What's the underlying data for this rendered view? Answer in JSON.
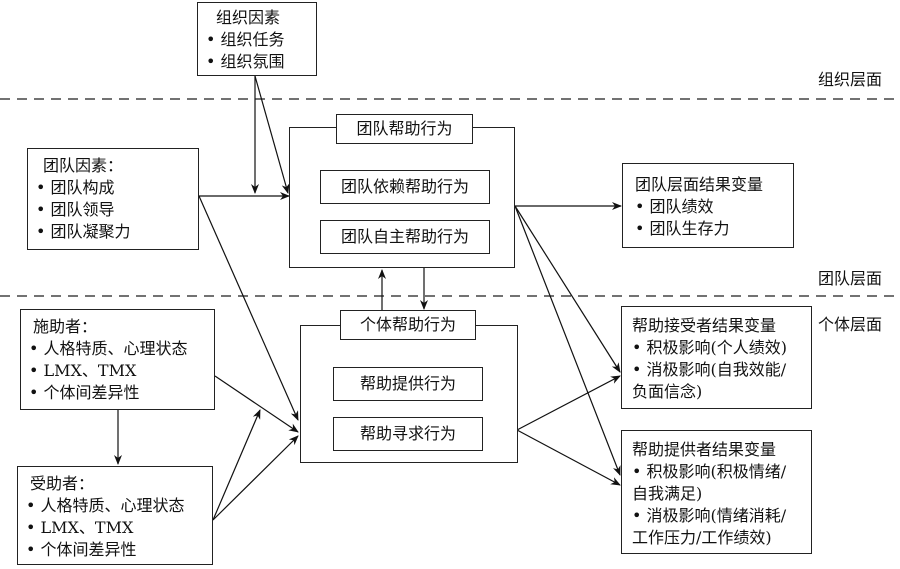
{
  "levels": {
    "organization": "组织层面",
    "team": "团队层面",
    "individual": "个体层面"
  },
  "org_factors": {
    "title": "组织因素",
    "items": [
      "• 组织任务",
      "• 组织氛围"
    ]
  },
  "team_factors": {
    "title": "团队因素：",
    "items": [
      "• 团队构成",
      "• 团队领导",
      "• 团队凝聚力"
    ]
  },
  "team_helping": {
    "title": "团队帮助行为",
    "sub": [
      "团队依赖帮助行为",
      "团队自主帮助行为"
    ]
  },
  "team_outcomes": {
    "title": "团队层面结果变量",
    "items": [
      "• 团队绩效",
      "• 团队生存力"
    ]
  },
  "helper": {
    "title": "施助者：",
    "items": [
      "• 人格特质、心理状态",
      "• LMX、TMX",
      "• 个体间差异性"
    ]
  },
  "recipient": {
    "title": "受助者：",
    "items": [
      "• 人格特质、心理状态",
      "• LMX、TMX",
      "• 个体间差异性"
    ]
  },
  "individual_helping": {
    "title": "个体帮助行为",
    "sub": [
      "帮助提供行为",
      "帮助寻求行为"
    ]
  },
  "recipient_outcomes": {
    "title": "帮助接受者结果变量",
    "lines": [
      "• 积极影响(个人绩效)",
      "• 消极影响(自我效能/",
      "负面信念)"
    ]
  },
  "provider_outcomes": {
    "title": "帮助提供者结果变量",
    "lines": [
      "• 积极影响(积极情绪/",
      "自我满足)",
      "• 消极影响(情绪消耗/",
      "工作压力/工作绩效)"
    ]
  }
}
